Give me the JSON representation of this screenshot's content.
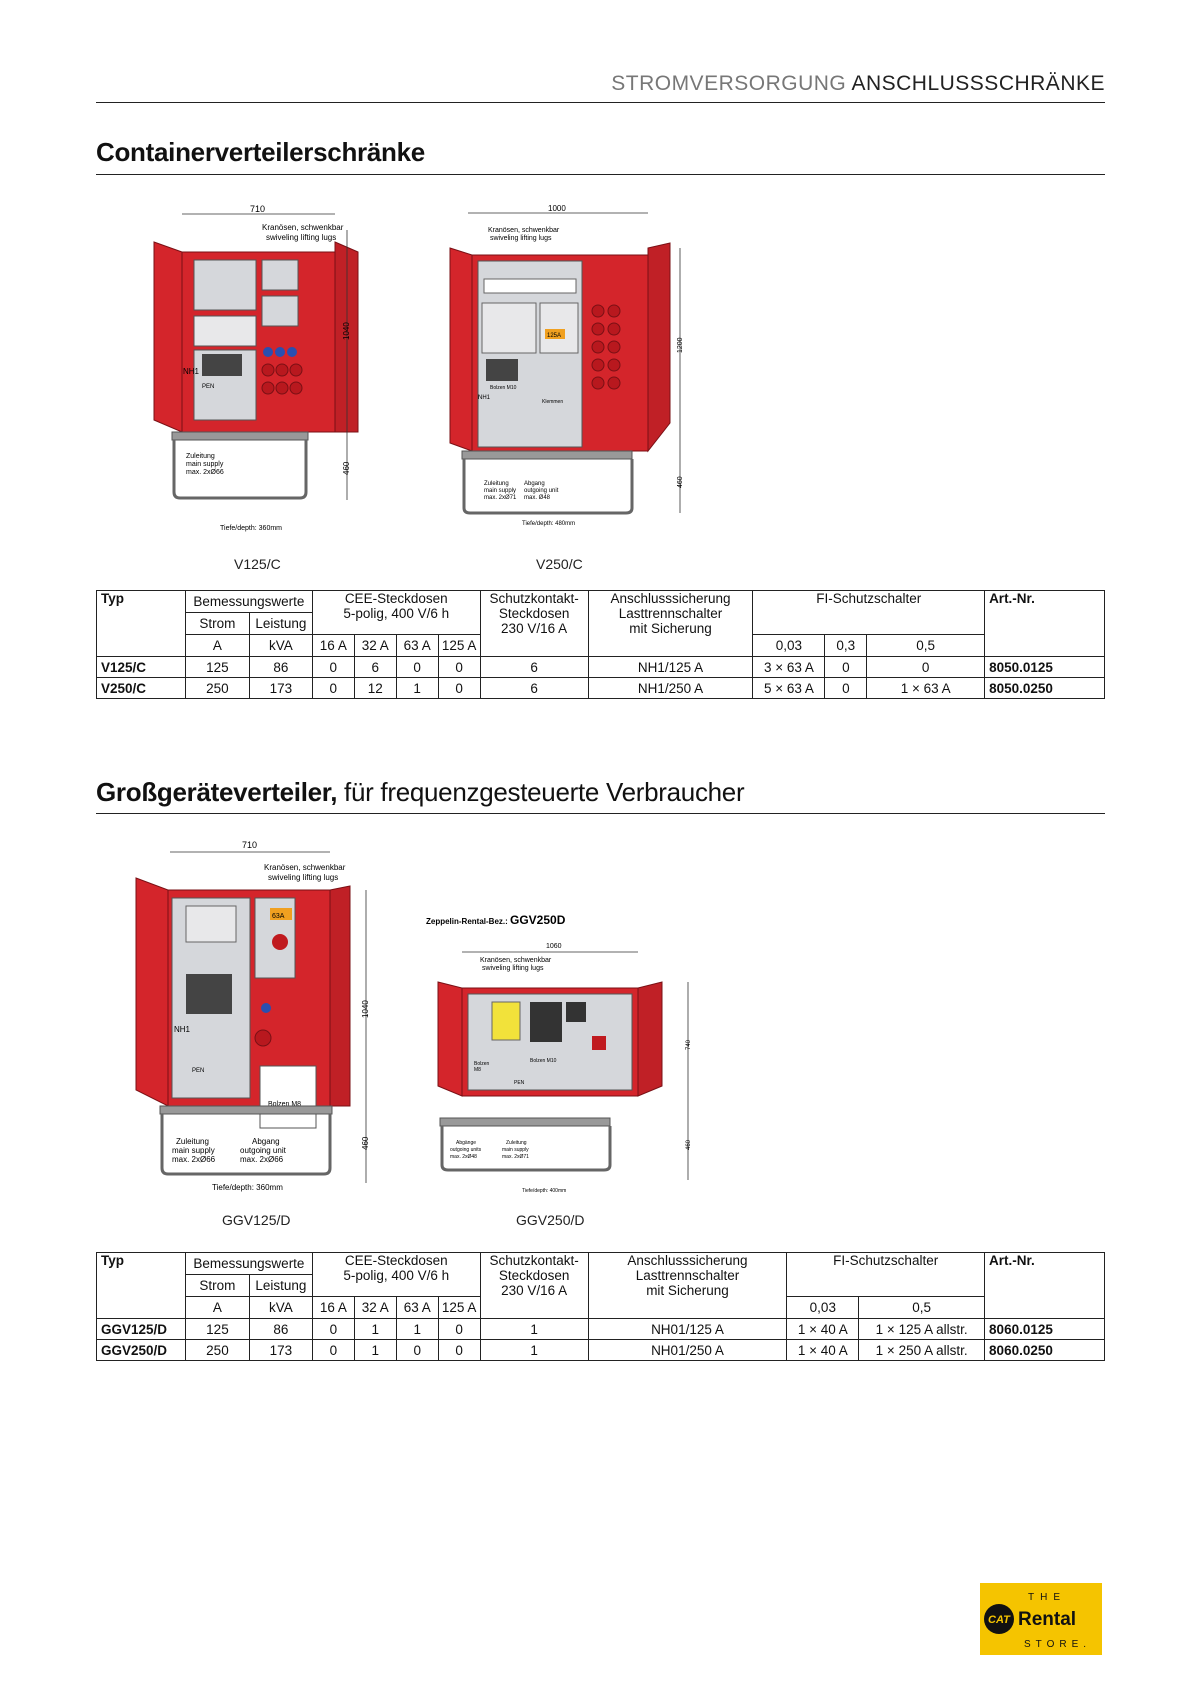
{
  "header": {
    "light": "STROMVERSORGUNG",
    "dark": "ANSCHLUSSSCHRÄNKE"
  },
  "section1": {
    "title": "Containerverteilerschränke",
    "captions": [
      "V125/C",
      "V250/C"
    ],
    "drawings": {
      "a": {
        "width": "710",
        "height_top": "1040",
        "height_bottom": "460",
        "lugs_de": "Kranösen, schwenkbar",
        "lugs_en": "swiveling lifting lugs",
        "depth": "Tiefe/depth: 360mm",
        "nh": "NH1",
        "pen": "PEN",
        "supply1": "Zuleitung",
        "supply2": "main supply",
        "supply3": "max. 2xØ66"
      },
      "b": {
        "width": "1000",
        "height_top": "1200",
        "height_bottom": "460",
        "lugs_de": "Kranösen, schwenkbar",
        "lugs_en": "swiveling lifting lugs",
        "depth": "Tiefe/depth: 480mm",
        "nh": "NH1",
        "bolt": "Bolzen M10",
        "terminal": "Klemmen",
        "fuse": "125A",
        "supply1": "Zuleitung",
        "supply2": "main supply",
        "supply3": "max. 2xØ71",
        "out1": "Abgang",
        "out2": "outgoing unit",
        "out3": "max. Ø48"
      }
    },
    "table": {
      "h": {
        "typ": "Typ",
        "bem": "Bemessungswerte",
        "strom": "Strom",
        "leistung": "Leistung",
        "cee1": "CEE-Steckdosen",
        "cee2": "5-polig, 400 V/6 h",
        "schuko1": "Schutzkontakt-",
        "schuko2": "Steckdosen",
        "schuko3": "230 V/16 A",
        "an1": "Anschlusssicherung",
        "an2": "Lasttrennschalter",
        "an3": "mit Sicherung",
        "fi": "FI-Schutzschalter",
        "art": "Art.-Nr.",
        "a": "A",
        "kva": "kVA",
        "c16": "16 A",
        "c32": "32 A",
        "c63": "63 A",
        "c125": "125 A",
        "f003": "0,03",
        "f03": "0,3",
        "f05": "0,5"
      },
      "rows": [
        {
          "typ": "V125/C",
          "a": "125",
          "kva": "86",
          "c16": "0",
          "c32": "6",
          "c63": "0",
          "c125": "0",
          "schuko": "6",
          "an": "NH1/125 A",
          "f003": "3 × 63 A",
          "f03": "0",
          "f05": "0",
          "art": "8050.0125"
        },
        {
          "typ": "V250/C",
          "a": "250",
          "kva": "173",
          "c16": "0",
          "c32": "12",
          "c63": "1",
          "c125": "0",
          "schuko": "6",
          "an": "NH1/250 A",
          "f003": "5 × 63 A",
          "f03": "0",
          "f05": "1 × 63 A",
          "art": "8050.0250"
        }
      ]
    }
  },
  "section2": {
    "title_bold": "Großgeräteverteiler,",
    "title_rest": " für frequenzgesteuerte Verbraucher",
    "captions": [
      "GGV125/D",
      "GGV250/D"
    ],
    "drawings": {
      "c": {
        "width": "710",
        "height_top": "1040",
        "height_bottom": "460",
        "lugs_de": "Kranösen, schwenkbar",
        "lugs_en": "swiveling lifting lugs",
        "depth": "Tiefe/depth: 360mm",
        "nh": "NH1",
        "pen": "PEN",
        "fuse": "63A",
        "bolt": "Bolzen M8",
        "supply1": "Zuleitung",
        "supply2": "main supply",
        "supply3": "max. 2xØ66",
        "out1": "Abgang",
        "out2": "outgoing unit",
        "out3": "max. 2xØ66"
      },
      "d": {
        "rental_label": "Zeppelin-Rental-Bez.:",
        "rental_code": "GGV250D",
        "width": "1060",
        "height_top": "740",
        "height_bottom": "460",
        "lugs_de": "Kranösen, schwenkbar",
        "lugs_en": "swiveling lifting lugs",
        "depth": "Tiefe/depth: 400mm",
        "bolt_m8_1": "Bolzen",
        "bolt_m8_2": "M8",
        "bolt_m10": "Bolzen M10",
        "pen": "PEN",
        "out1": "Abgänge",
        "out2": "outgoing units",
        "out3": "max. 2xØ48",
        "supply1": "Zuleitung",
        "supply2": "main supply",
        "supply3": "max. 2xØ71"
      }
    },
    "table": {
      "h": {
        "typ": "Typ",
        "bem": "Bemessungswerte",
        "strom": "Strom",
        "leistung": "Leistung",
        "cee1": "CEE-Steckdosen",
        "cee2": "5-polig, 400 V/6 h",
        "schuko1": "Schutzkontakt-",
        "schuko2": "Steckdosen",
        "schuko3": "230 V/16 A",
        "an1": "Anschlusssicherung",
        "an2": "Lasttrennschalter",
        "an3": "mit Sicherung",
        "fi": "FI-Schutzschalter",
        "art": "Art.-Nr.",
        "a": "A",
        "kva": "kVA",
        "c16": "16 A",
        "c32": "32 A",
        "c63": "63 A",
        "c125": "125 A",
        "f003": "0,03",
        "f05": "0,5"
      },
      "rows": [
        {
          "typ": "GGV125/D",
          "a": "125",
          "kva": "86",
          "c16": "0",
          "c32": "1",
          "c63": "1",
          "c125": "0",
          "schuko": "1",
          "an": "NH01/125 A",
          "f003": "1 × 40 A",
          "f05": "1 × 125 A allstr.",
          "art": "8060.0125"
        },
        {
          "typ": "GGV250/D",
          "a": "250",
          "kva": "173",
          "c16": "0",
          "c32": "1",
          "c63": "0",
          "c125": "0",
          "schuko": "1",
          "an": "NH01/250 A",
          "f003": "1 × 40 A",
          "f05": "1 × 250 A allstr.",
          "art": "8060.0250"
        }
      ]
    }
  },
  "logo": {
    "badge": "CAT",
    "vertical1": "THE",
    "word": "Rental",
    "vertical2": "STORE."
  },
  "colors": {
    "cabinet_red": "#d4252b",
    "cabinet_dark": "#a81b20",
    "panel_gray": "#d5d7db",
    "logo_yellow": "#f5c400"
  }
}
